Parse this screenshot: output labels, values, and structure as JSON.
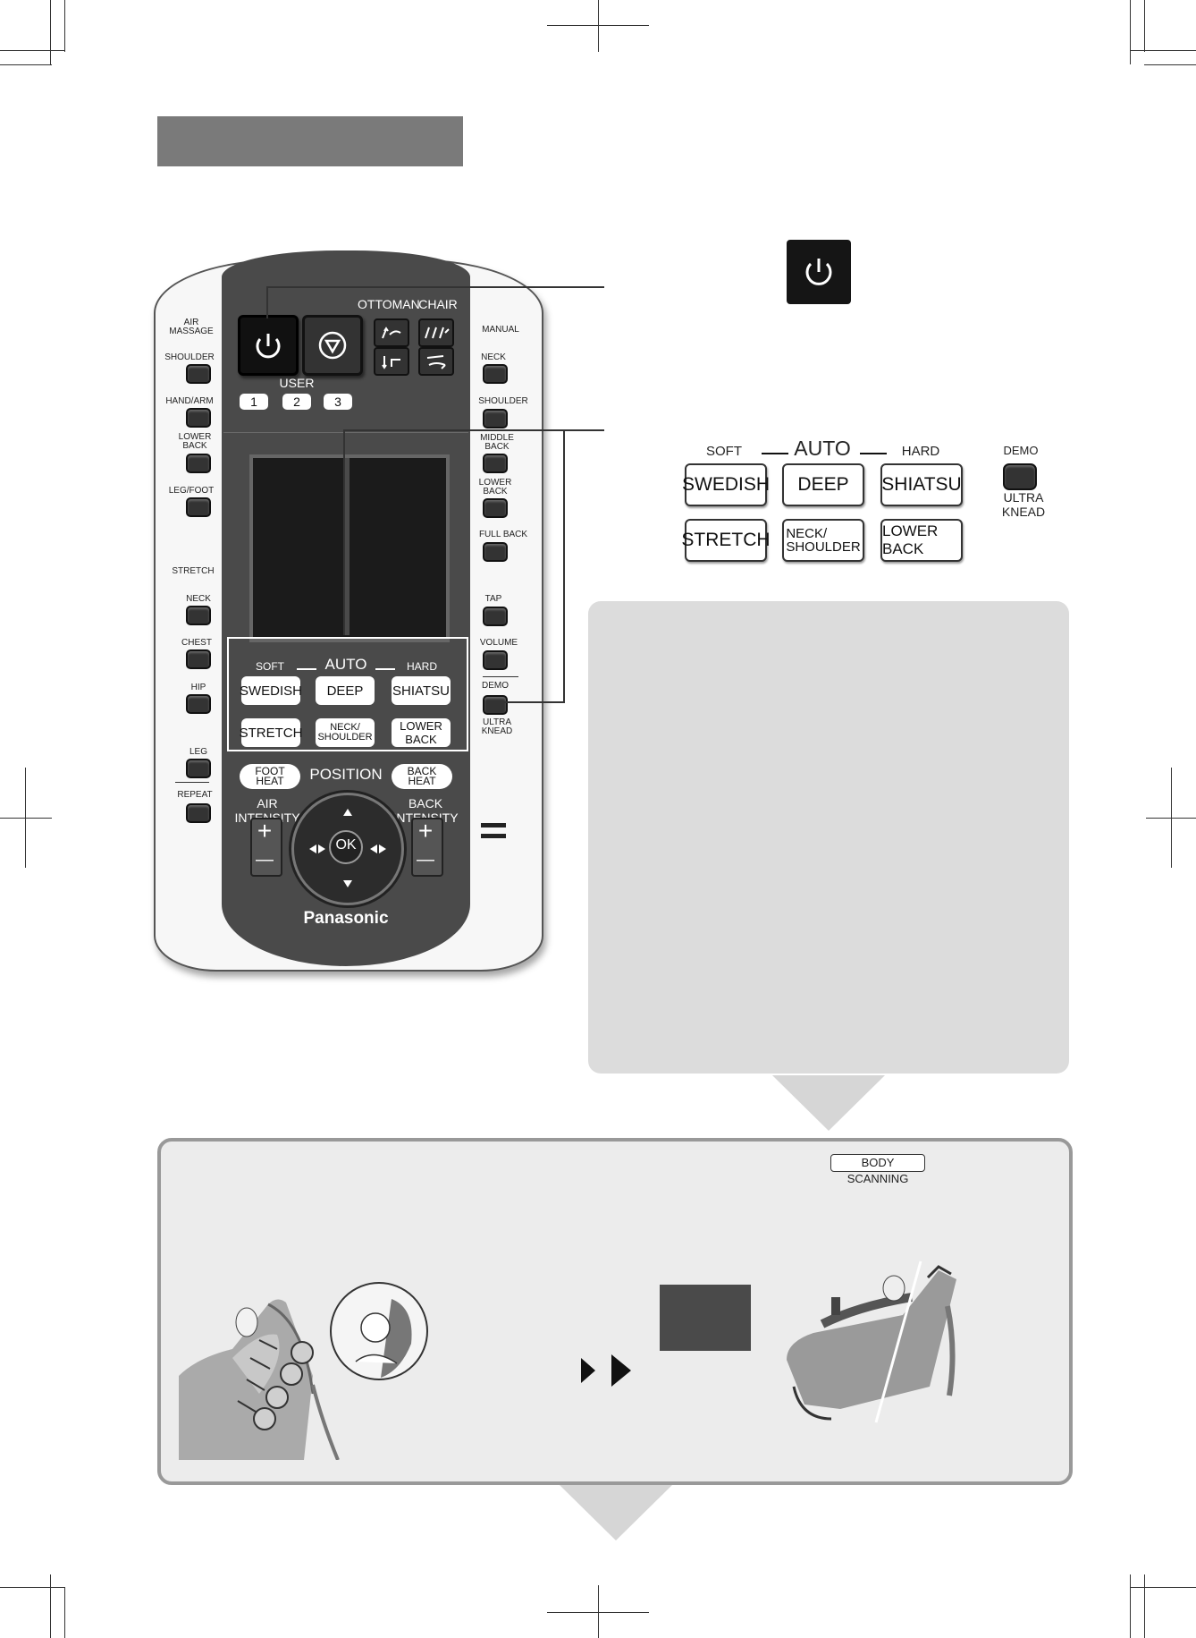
{
  "remote": {
    "top_labels": {
      "ottoman": "OTTOMAN",
      "chair": "CHAIR",
      "user": "USER"
    },
    "user_buttons": [
      "1",
      "2",
      "3"
    ],
    "left_column": {
      "air_massage": "AIR\nMASSAGE",
      "shoulder": "SHOULDER",
      "hand_arm": "HAND/ARM",
      "lower_back": "LOWER\nBACK",
      "leg_foot": "LEG/FOOT",
      "stretch": "STRETCH",
      "neck": "NECK",
      "chest": "CHEST",
      "hip": "HIP",
      "leg": "LEG",
      "repeat": "REPEAT"
    },
    "right_column": {
      "manual": "MANUAL",
      "neck": "NECK",
      "shoulder": "SHOULDER",
      "middle_back": "MIDDLE\nBACK",
      "lower_back": "LOWER\nBACK",
      "full_back": "FULL BACK",
      "tap": "TAP",
      "volume": "VOLUME",
      "demo": "DEMO",
      "ultra_knead": "ULTRA\nKNEAD"
    },
    "auto": {
      "soft": "SOFT",
      "auto": "AUTO",
      "hard": "HARD"
    },
    "modes": [
      "SWEDISH",
      "DEEP",
      "SHIATSU",
      "STRETCH",
      "NECK/\nSHOULDER",
      "LOWER BACK"
    ],
    "foot_heat": "FOOT\nHEAT",
    "position": "POSITION",
    "back_heat": "BACK\nHEAT",
    "air_intensity": "AIR INTENSITY",
    "back_intensity": "BACK INTENSITY",
    "ok": "OK",
    "plus": "+",
    "minus": "—",
    "brand": "Panasonic"
  },
  "callout": {
    "soft": "SOFT",
    "auto": "AUTO",
    "hard": "HARD",
    "modes": [
      "SWEDISH",
      "DEEP",
      "SHIATSU",
      "STRETCH",
      "NECK/\nSHOULDER",
      "LOWER BACK"
    ],
    "demo": "DEMO",
    "ultra_knead": "ULTRA\nKNEAD"
  },
  "lower": {
    "badge": "BODY SCANNING"
  },
  "icons": [
    "power-icon",
    "stop-icon",
    "ottoman-icon",
    "chair-recline-icon",
    "arrow-up-icon",
    "arrow-down-icon",
    "arrow-left-icon",
    "arrow-right-icon",
    "double-play-icon",
    "down-arrow-icon"
  ]
}
